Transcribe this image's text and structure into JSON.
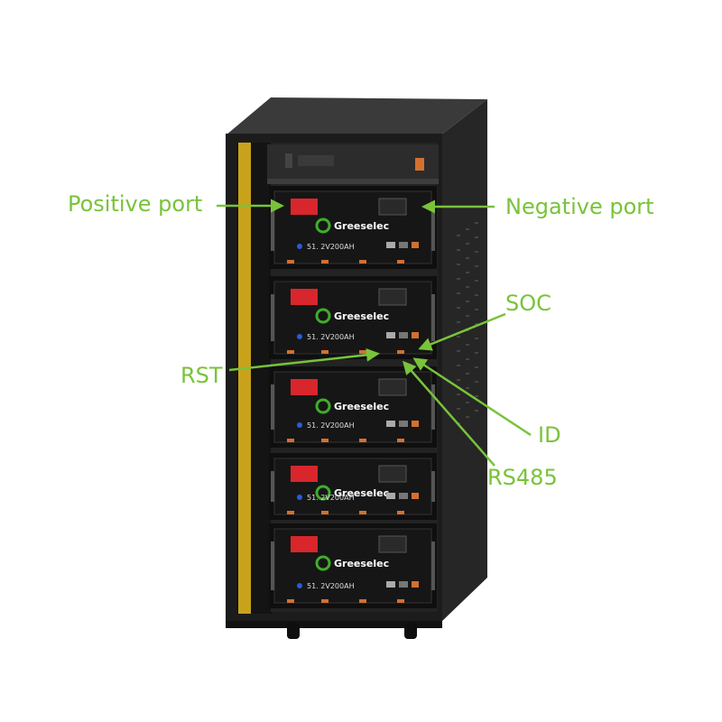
{
  "colors": {
    "annotation": "#79c33a",
    "cabinet_dark": "#1c1c1c",
    "cabinet_side": "#2a2a2a",
    "module_face": "#161616",
    "positive_terminal": "#d8262c",
    "side_strip": "#c9a21c",
    "brand_green": "#3fae2a"
  },
  "callouts": {
    "positive_port": "Positive port",
    "negative_port": "Negative port",
    "soc": "SOC",
    "rst": "RST",
    "id": "ID",
    "rs485": "RS485"
  },
  "module": {
    "brand": "Greeselec",
    "model": "51. 2V200AH"
  },
  "modules": [
    {
      "model": "51. 2V200AH"
    },
    {
      "model": "51. 2V200AH"
    },
    {
      "model": "51. 2V200AH"
    },
    {
      "model": "51. 2V200AH"
    },
    {
      "model": "51. 2V200AH"
    }
  ]
}
